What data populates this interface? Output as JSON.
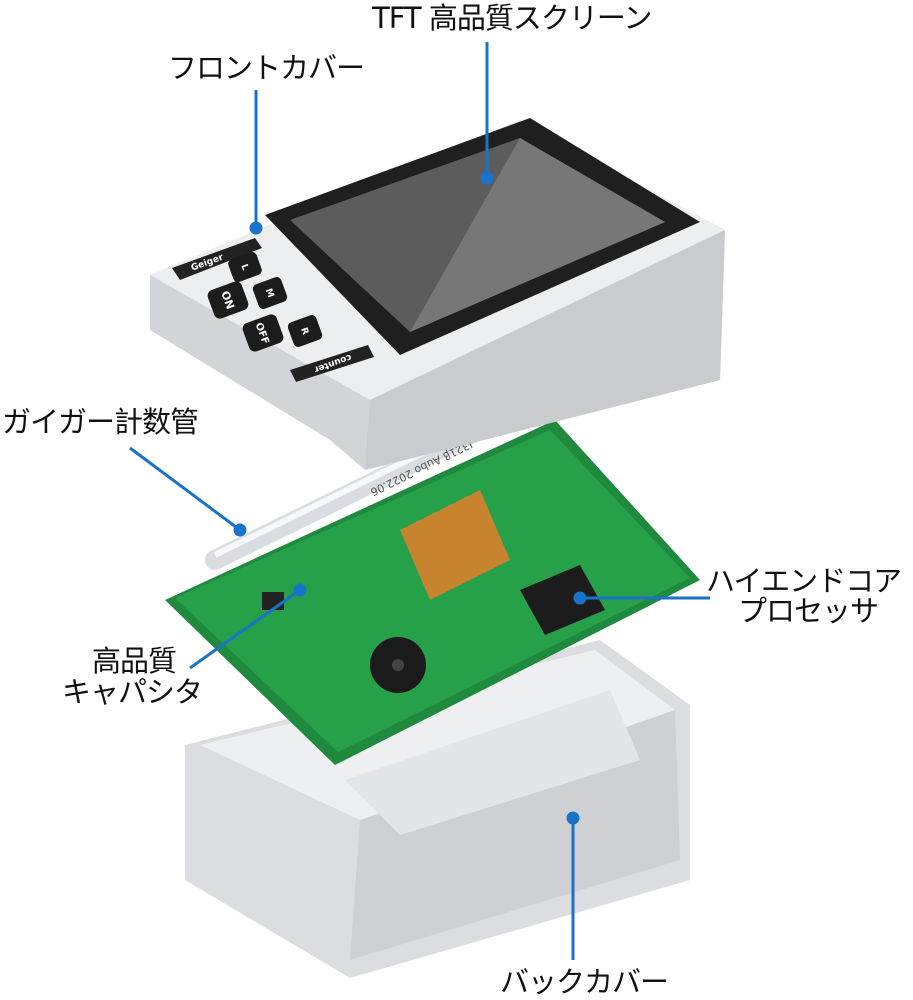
{
  "labels": {
    "screen": "TFT 高品質スクリーン",
    "front_cover": "フロントカバー",
    "geiger_tube": "ガイガー計数管",
    "processor_line1": "ハイエンドコア",
    "processor_line2": "プロセッサ",
    "capacitor_line1": "高品質",
    "capacitor_line2": "キャパシタ",
    "back_cover": "バックカバー"
  },
  "device": {
    "brand_top": "Geiger",
    "brand_bottom": "counter",
    "buttons": [
      "ON",
      "OFF",
      "L",
      "M",
      "R"
    ],
    "tube_marking": "J321β  Aubo 2022.06"
  },
  "colors": {
    "leader": "#1a73c8",
    "pcb": "#1f8a3e",
    "case": "#e9eaec",
    "screen": "#2a2a2a"
  }
}
